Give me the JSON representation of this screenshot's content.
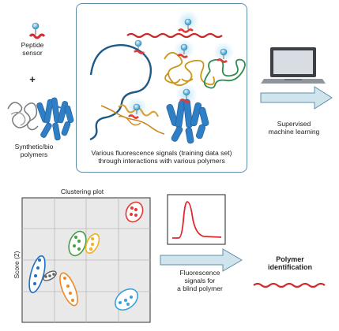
{
  "labels": {
    "peptide_sensor": "Peptide\nsensor",
    "plus": "+",
    "polymers": "Synthetic/bio\npolymers",
    "panel_caption": "Various fluorescence signals (training data set)\nthrough interactions with various polymers",
    "ml": "Supervised\nmachine learning",
    "clustering_title": "Clustering plot",
    "y_axis": "Score (2)",
    "fluorescence": "Fluorescence\nsignals for\na blind polymer",
    "polymer_id": "Polymer\nidentification"
  },
  "colors": {
    "panel_border": "#5f8fa6",
    "arrow_fill": "#cfe4ec",
    "arrow_stroke": "#5f8fa6",
    "peptide": "#d8282f",
    "glow": "#bfe6f7",
    "protein": "#2f7fc6",
    "curve": "#e0272c"
  },
  "clusters": [
    {
      "name": "red",
      "color": "#e53935"
    },
    {
      "name": "green",
      "color": "#43a047"
    },
    {
      "name": "yellow",
      "color": "#f2b01e"
    },
    {
      "name": "blue",
      "color": "#1e6fc7"
    },
    {
      "name": "gray",
      "color": "#616161"
    },
    {
      "name": "orange",
      "color": "#f08a24"
    },
    {
      "name": "lightblue",
      "color": "#39a0dd"
    }
  ]
}
